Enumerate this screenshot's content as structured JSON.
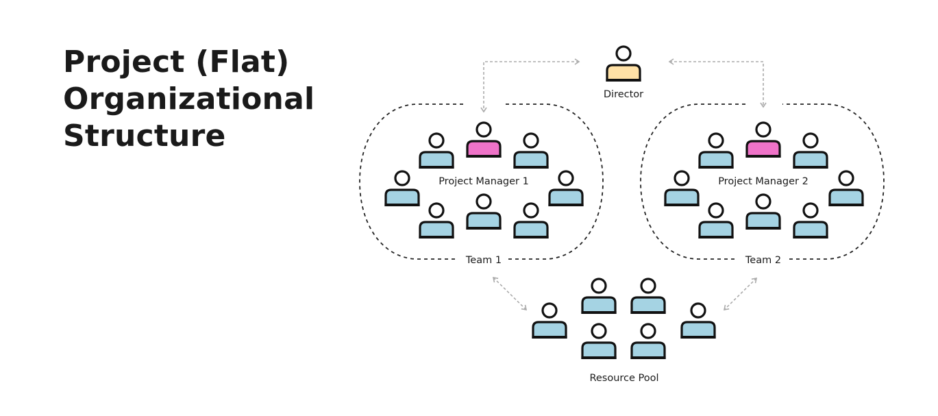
{
  "title": {
    "line1": "Project (Flat)",
    "line2": "Organizational",
    "line3": "Structure"
  },
  "labels": {
    "director": "Director",
    "manager1": "Project Manager 1",
    "manager2": "Project Manager 2",
    "team1": "Team 1",
    "team2": "Team 2",
    "pool": "Resource Pool"
  },
  "colors": {
    "director_body": "#FFE1A6",
    "manager_body": "#EF73C8",
    "member_body": "#A5D3E3",
    "outline": "#111111",
    "dashed_boundary": "#222222",
    "connector": "#AAAAAA"
  }
}
